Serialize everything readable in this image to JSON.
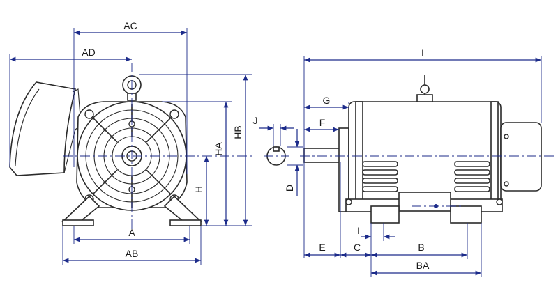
{
  "diagram": {
    "colors": {
      "dimension": "#1c2b8a",
      "outline": "#2a2a2a",
      "background": "#ffffff"
    },
    "front_view": {
      "labels": {
        "ac": "AC",
        "ad": "AD",
        "hb": "HB",
        "ha": "HA",
        "h": "H",
        "a": "A",
        "ab": "AB"
      }
    },
    "shaft_section": {
      "labels": {
        "j": "J",
        "d": "D"
      }
    },
    "side_view": {
      "labels": {
        "l": "L",
        "g": "G",
        "f": "F",
        "e": "E",
        "c": "C",
        "i": "I",
        "b": "B",
        "ba": "BA"
      }
    }
  }
}
